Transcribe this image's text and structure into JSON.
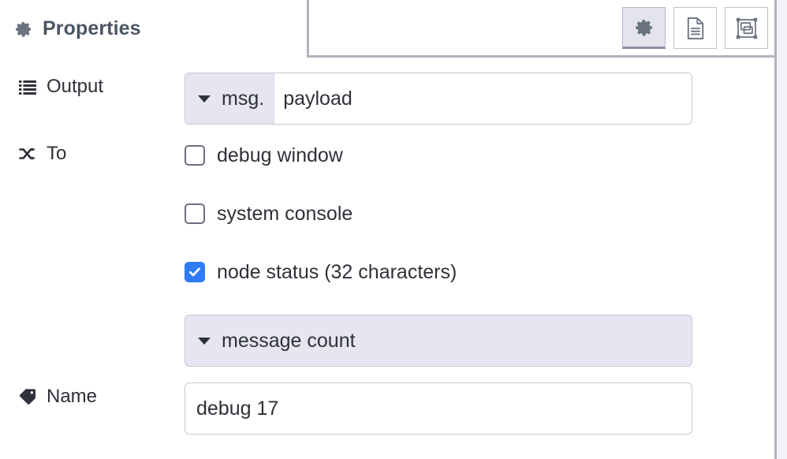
{
  "tab": {
    "icon": "gear-icon",
    "label": "Properties"
  },
  "toolbar": {
    "buttons": [
      {
        "name": "properties-tab-button",
        "icon": "gear-icon",
        "active": true
      },
      {
        "name": "description-tab-button",
        "icon": "document-icon",
        "active": false
      },
      {
        "name": "appearance-tab-button",
        "icon": "appearance-icon",
        "active": false
      }
    ]
  },
  "form": {
    "output": {
      "icon": "list-icon",
      "label": "Output",
      "type_prefix": "msg.",
      "value": "payload"
    },
    "to": {
      "icon": "shuffle-icon",
      "label": "To",
      "options": [
        {
          "label": "debug window",
          "checked": false
        },
        {
          "label": "system console",
          "checked": false
        },
        {
          "label": "node status (32 characters)",
          "checked": true
        }
      ],
      "message_count_select": "message count"
    },
    "name": {
      "icon": "tag-icon",
      "label": "Name",
      "value": "debug 17",
      "placeholder": "Name"
    }
  },
  "colors": {
    "accent": "#2f7cf6",
    "border": "#c7c7d1",
    "panel_edge": "#b3b3bd",
    "prefix_bg": "#e6e6f2",
    "text": "#2f3138",
    "tab_label": "#4b5563"
  }
}
